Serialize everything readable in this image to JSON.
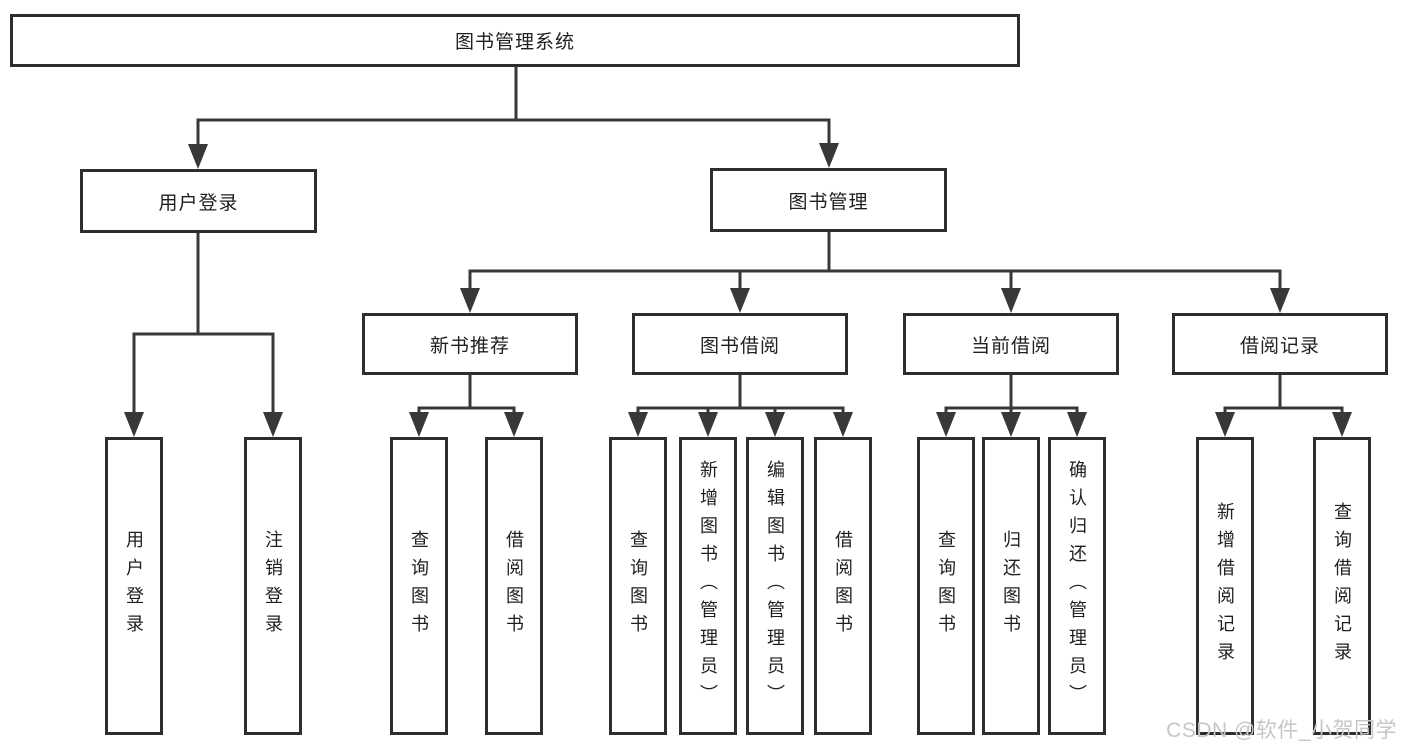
{
  "meta": {
    "background_color": "#ffffff",
    "line_color": "#383838",
    "box_border_color": "#2e2e2e",
    "text_color": "#1f1f1f",
    "watermark_color": "#c6c6c6"
  },
  "watermark": {
    "text": "CSDN @软件_小贺同学"
  },
  "diagram": {
    "type": "hierarchy",
    "root": {
      "label": "图书管理系统"
    },
    "children": [
      {
        "label": "用户登录",
        "children": [
          {
            "label": "用户登录"
          },
          {
            "label": "注销登录"
          }
        ]
      },
      {
        "label": "图书管理",
        "children": [
          {
            "label": "新书推荐",
            "children": [
              {
                "label": "查询图书"
              },
              {
                "label": "借阅图书"
              }
            ]
          },
          {
            "label": "图书借阅",
            "children": [
              {
                "label": "查询图书"
              },
              {
                "label": "新增图书（管理员）"
              },
              {
                "label": "编辑图书（管理员）"
              },
              {
                "label": "借阅图书"
              }
            ]
          },
          {
            "label": "当前借阅",
            "children": [
              {
                "label": "查询图书"
              },
              {
                "label": "归还图书"
              },
              {
                "label": "确认归还（管理员）"
              }
            ]
          },
          {
            "label": "借阅记录",
            "children": [
              {
                "label": "新增借阅记录"
              },
              {
                "label": "查询借阅记录"
              }
            ]
          }
        ]
      }
    ]
  }
}
